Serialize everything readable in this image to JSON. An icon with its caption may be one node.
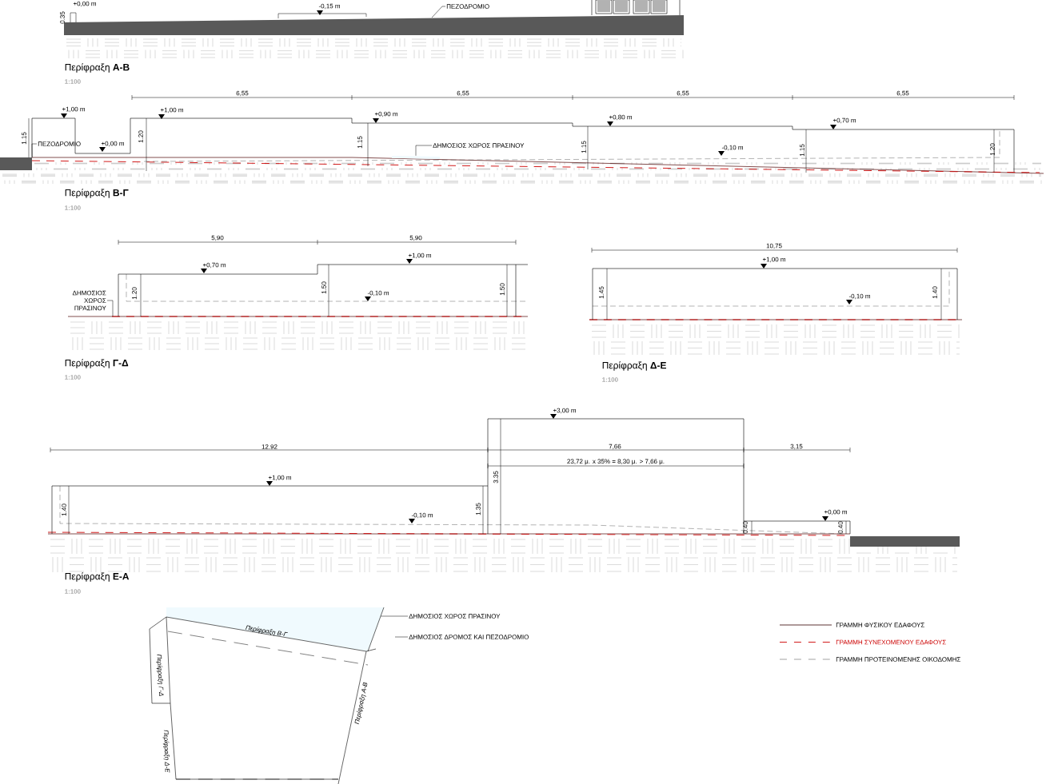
{
  "diagram": {
    "nodes": [
      {
        "text": [
          "ΠΕΖΟΔΡΟΜΙΟ"
        ]
      },
      {
        "text": [
          "ΠΕΖΟΔΡΟΜΙΟ"
        ]
      },
      {
        "text": [
          "ΔΗΜΟΣΙΟΣ ΧΩΡΟΣ ΠΡΑΣΙΝΟΥ"
        ]
      },
      {
        "text": [
          "ΔΗΜΟΣΙΟΣ ΧΩΡΟΣ ΠΡΑΣΙΝΟΥ"
        ]
      },
      {
        "text": [
          "ΔΗΜΟΣΙΟΣ ΧΩΡΟΣ ΠΡΑΣΙΝΟΥ"
        ]
      },
      {
        "text": [
          "ΔΗΜΟΣΙΟΣ ΔΡΟΜΟΣ ΚΑΙ ΠΕΖΟΔΡΟΜΙΟ"
        ]
      },
      {
        "text": [],
        "shape": "box"
      },
      {
        "text": [],
        "shape": "bar"
      },
      {
        "text": [],
        "shape": "box"
      }
    ],
    "edges": [
      {
        "from": 0,
        "to": null,
        "arrow": "none"
      },
      {
        "from": 1,
        "to": 7,
        "arrow": "none"
      },
      {
        "from": 2,
        "to": 8,
        "arrow": "none"
      },
      {
        "from": 3,
        "to": null,
        "arrow": "none"
      },
      {
        "from": 4,
        "to": 6,
        "arrow": "none"
      },
      {
        "from": 5,
        "to": null,
        "arrow": "none"
      }
    ],
    "labels": [
      "+0,00 m",
      "0.35",
      "-0,15 m",
      "Περίφραξη **Α-Β**",
      "1:100",
      "6,55",
      "6,55",
      "6,55",
      "6,55",
      "+1,00 m",
      "1.15",
      "+0,00 m",
      "+1,00 m",
      "1.20",
      "+0,90 m",
      "1.15",
      "+0,80 m",
      "1.15",
      "-0,10 m",
      "+0,70 m",
      "1.15",
      "1.20",
      "Περίφραξη **Β-Γ**",
      "1:100",
      "5,90",
      "5,90",
      "+0,70 m",
      "+1,00 m",
      "1.20",
      "1.50",
      "-0,10 m",
      "1.50",
      "Περίφραξη **Γ-Δ**",
      "1:100",
      "10,75",
      "+1,00 m",
      "1.45",
      "-0,10 m",
      "1.40",
      "Περίφραξη **Δ-Ε**",
      "1:100",
      "+3,00 m",
      "12.92",
      "7,66",
      "3,15",
      "23,72 μ. x 35% = 8,30 μ. > 7,66 μ.",
      "+1,00 m",
      "1.40",
      "3.35",
      "-0,10 m",
      "1.35",
      "+0,00 m",
      "0.40",
      "0.40",
      "Περίφραξη **Ε-Α**",
      "1:100",
      "Περίφραξη Β-Γ",
      "Περίφραξη Γ-Δ",
      "Περίφραξη Δ-Ε",
      "Περίφραξη Α-Β"
    ],
    "legend": [
      {
        "text": "ΓΡΑΜΜΗ ΦΥΣΙΚΟΥ ΕΔΑΦΟΥΣ"
      },
      {
        "text": "ΓΡΑΜΜΗ ΣΥΝΕΧΟΜΕΝΟΥ ΕΔΑΦΟΥΣ"
      },
      {
        "text": "ΓΡΑΜΜΗ ΠΡΟΤΕΙΝΟΜΕΝΗΣ ΟΙΚΟΔΟΜΗΣ"
      }
    ]
  }
}
